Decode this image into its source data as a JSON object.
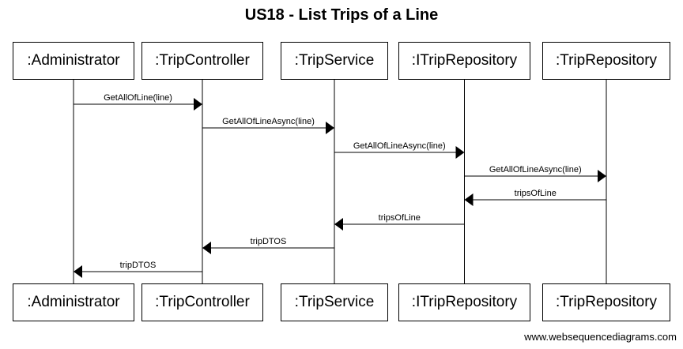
{
  "title": "US18 - List Trips of a Line",
  "participants": [
    ":Administrator",
    ":TripController",
    ":TripService",
    ":ITripRepository",
    ":TripRepository"
  ],
  "messages": [
    {
      "from": 0,
      "to": 1,
      "label": "GetAllOfLine(line)"
    },
    {
      "from": 1,
      "to": 2,
      "label": "GetAllOfLineAsync(line)"
    },
    {
      "from": 2,
      "to": 3,
      "label": "GetAllOfLineAsync(line)"
    },
    {
      "from": 3,
      "to": 4,
      "label": "GetAllOfLineAsync(line)"
    },
    {
      "from": 4,
      "to": 3,
      "label": "tripsOfLine"
    },
    {
      "from": 3,
      "to": 2,
      "label": "tripsOfLine"
    },
    {
      "from": 2,
      "to": 1,
      "label": "tripDTOS"
    },
    {
      "from": 1,
      "to": 0,
      "label": "tripDTOS"
    }
  ],
  "footer": "www.websequencediagrams.com"
}
